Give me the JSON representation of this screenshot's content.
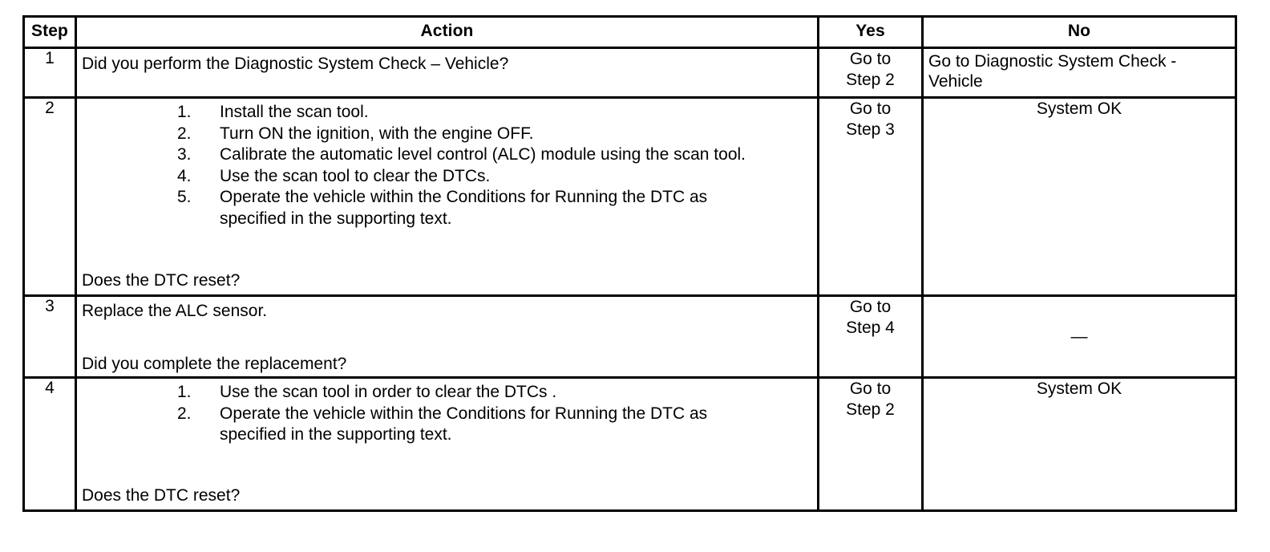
{
  "table": {
    "headers": {
      "step": "Step",
      "action": "Action",
      "yes": "Yes",
      "no": "No"
    },
    "rows": [
      {
        "step": "1",
        "action_text": "Did you perform the Diagnostic System Check – Vehicle?",
        "yes": {
          "line1": "Go to",
          "line2": "Step 2"
        },
        "no": {
          "line1": "Go to Diagnostic System Check -",
          "line2": "Vehicle"
        }
      },
      {
        "step": "2",
        "list": [
          {
            "num": "1.",
            "text": "Install the scan tool.",
            "cont": ""
          },
          {
            "num": "2.",
            "text": "Turn ON the ignition, with the engine OFF.",
            "cont": ""
          },
          {
            "num": "3.",
            "text": "Calibrate the automatic level control (ALC) module using the scan tool.",
            "cont": ""
          },
          {
            "num": "4.",
            "text": "Use the scan tool to clear the DTCs.",
            "cont": ""
          },
          {
            "num": "5.",
            "text": "Operate the vehicle within the Conditions for Running the DTC as",
            "cont": "specified in the supporting text."
          }
        ],
        "question": "Does the DTC reset?",
        "yes": {
          "line1": "Go to",
          "line2": "Step 3"
        },
        "no": {
          "line1": "System OK",
          "line2": ""
        }
      },
      {
        "step": "3",
        "action_text": "Replace the ALC sensor.",
        "question": "Did you complete the replacement?",
        "yes": {
          "line1": "Go to",
          "line2": "Step 4"
        },
        "no": {
          "line1": "—",
          "line2": ""
        }
      },
      {
        "step": "4",
        "list": [
          {
            "num": "1.",
            "text": "Use the scan tool in order to clear the DTCs .",
            "cont": ""
          },
          {
            "num": "2.",
            "text": "Operate the vehicle within the Conditions for Running the DTC as",
            "cont": "specified in the supporting text."
          }
        ],
        "question": "Does the DTC reset?",
        "yes": {
          "line1": "Go to",
          "line2": "Step 2"
        },
        "no": {
          "line1": "System OK",
          "line2": ""
        }
      }
    ]
  },
  "colors": {
    "border": "#000000",
    "text": "#000000",
    "background": "#ffffff"
  }
}
